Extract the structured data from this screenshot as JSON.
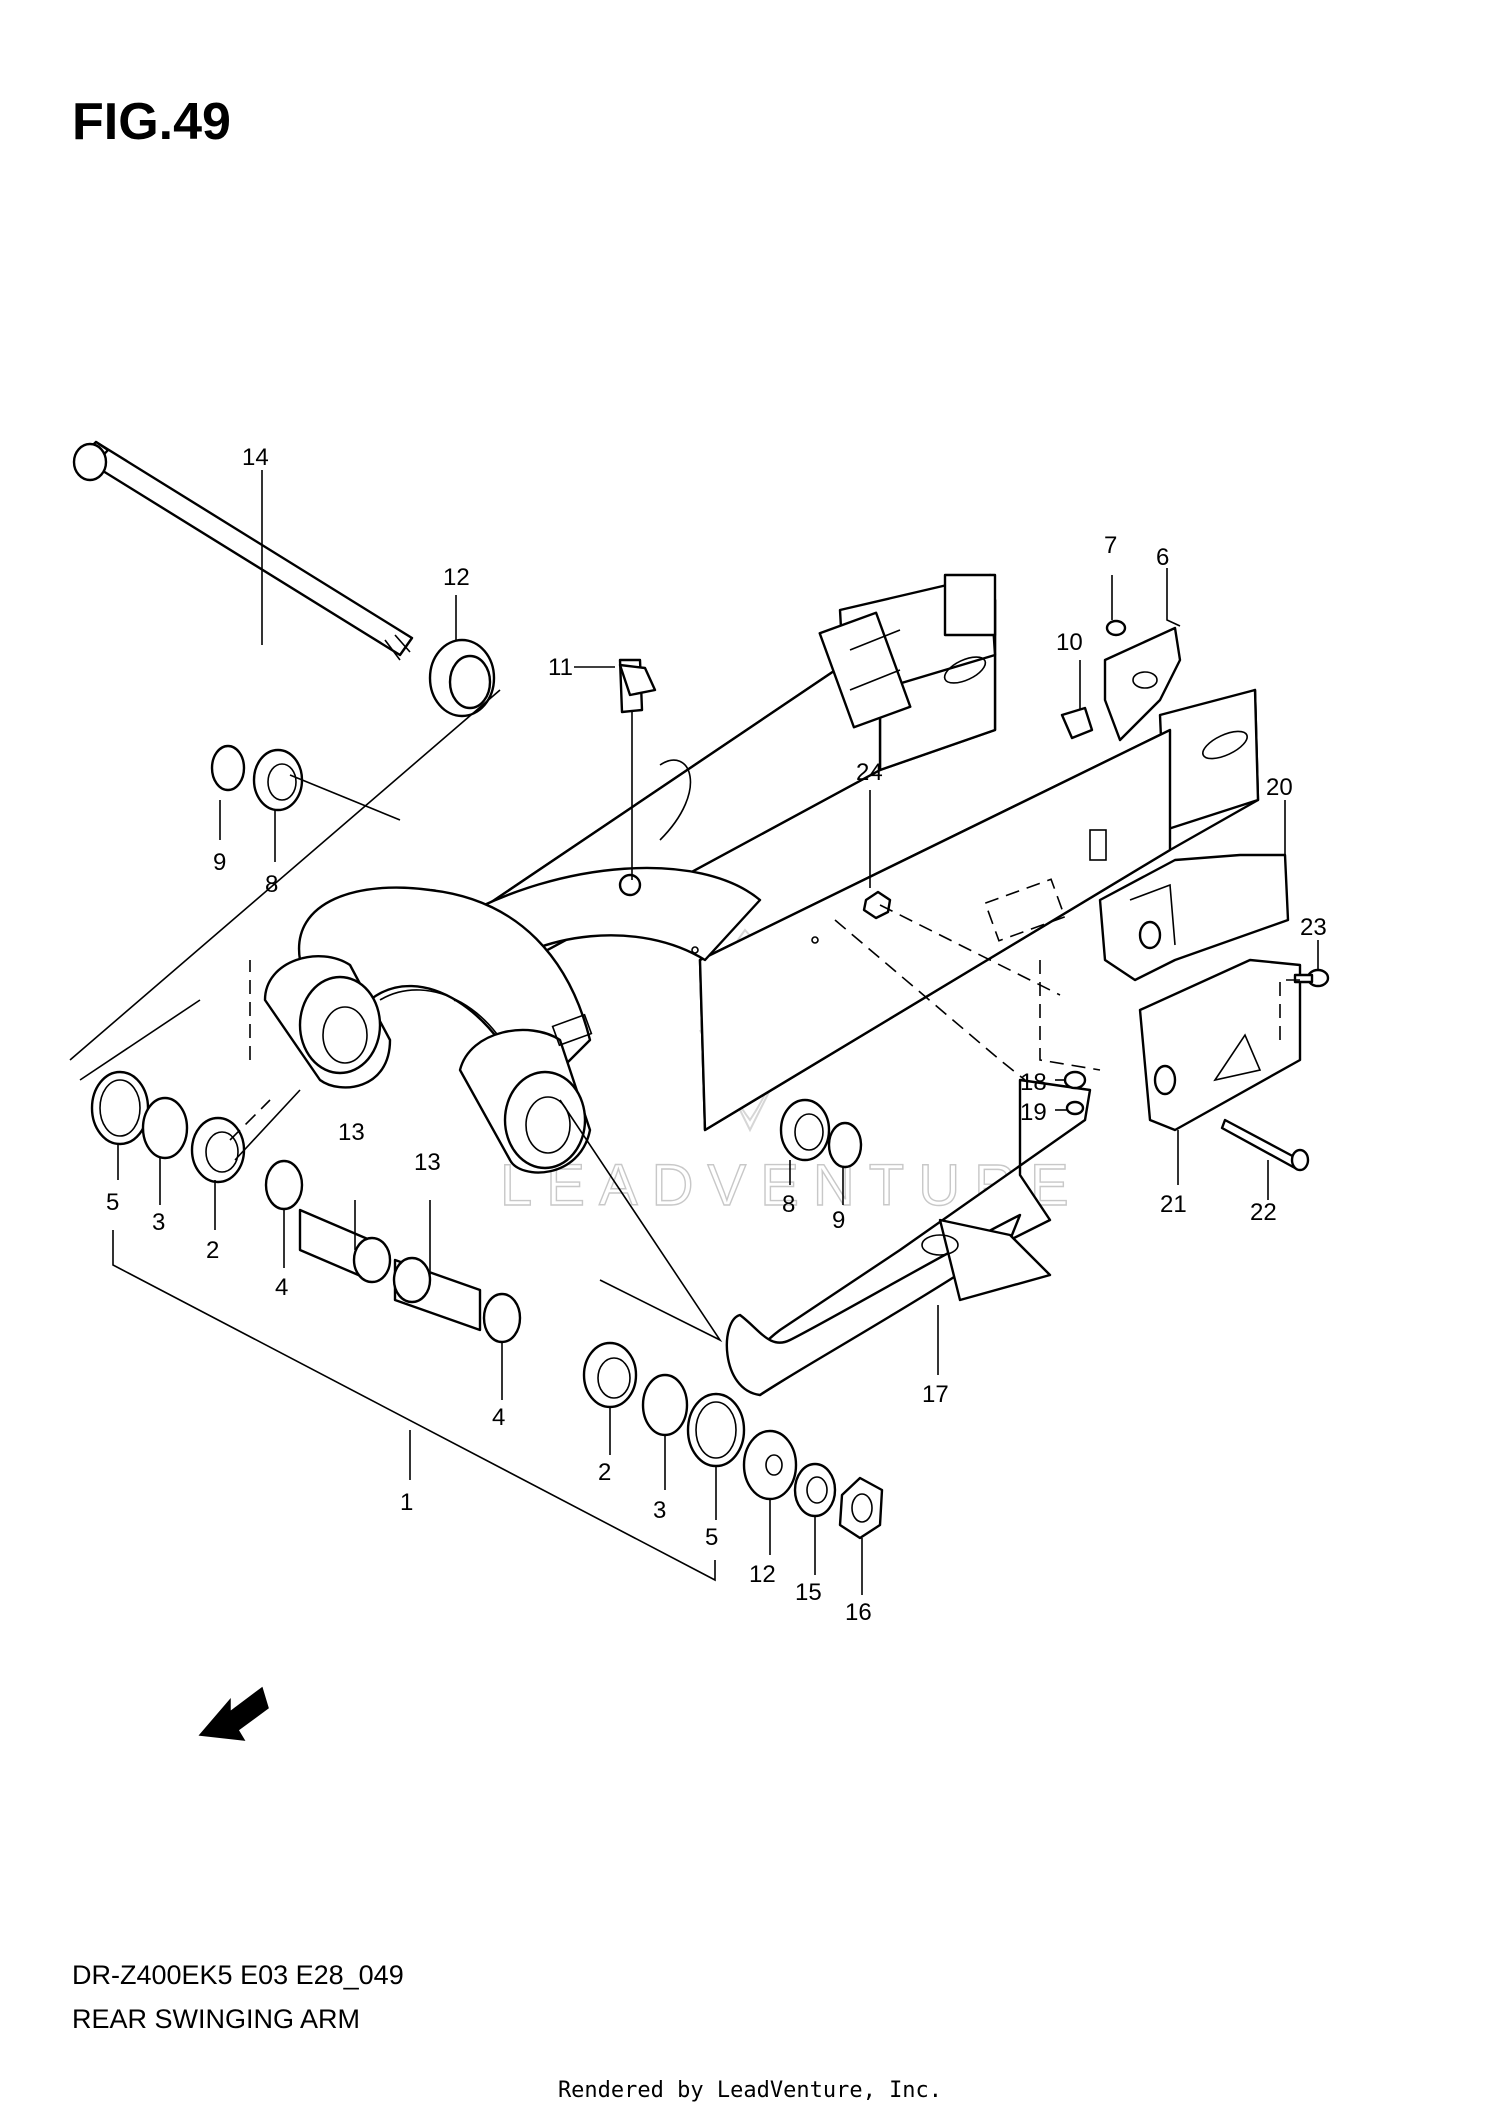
{
  "figure": {
    "title": "FIG.49"
  },
  "footer": {
    "model_code": "DR-Z400EK5 E03 E28_049",
    "assembly_name": "REAR SWINGING ARM",
    "rendered_by": "Rendered by LeadVenture, Inc."
  },
  "watermark": {
    "text": "LEADVENTURE"
  },
  "direction_marker": {
    "label": "FWD",
    "icon": "forward-arrow-icon"
  },
  "callouts": {
    "c1": "1",
    "c2a": "2",
    "c2b": "2",
    "c3a": "3",
    "c3b": "3",
    "c4a": "4",
    "c4b": "4",
    "c5a": "5",
    "c5b": "5",
    "c6": "6",
    "c7": "7",
    "c8a": "8",
    "c8b": "8",
    "c9a": "9",
    "c9b": "9",
    "c10": "10",
    "c11": "11",
    "c12a": "12",
    "c12b": "12",
    "c13a": "13",
    "c13b": "13",
    "c14": "14",
    "c15": "15",
    "c16": "16",
    "c17": "17",
    "c18": "18",
    "c19": "19",
    "c20": "20",
    "c21": "21",
    "c22": "22",
    "c23": "23",
    "c24": "24"
  }
}
